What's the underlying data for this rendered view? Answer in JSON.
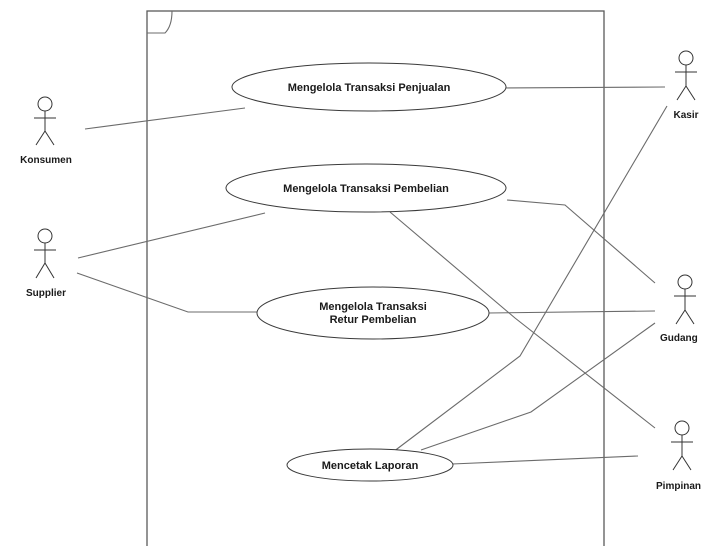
{
  "use_cases": {
    "penjualan": "Mengelola Transaksi Penjualan",
    "pembelian": "Mengelola Transaksi Pembelian",
    "retur_line1": "Mengelola Transaksi",
    "retur_line2": "Retur Pembelian",
    "laporan": "Mencetak Laporan"
  },
  "actors": {
    "konsumen": "Konsumen",
    "supplier": "Supplier",
    "kasir": "Kasir",
    "gudang": "Gudang",
    "pimpinan": "Pimpinan"
  }
}
